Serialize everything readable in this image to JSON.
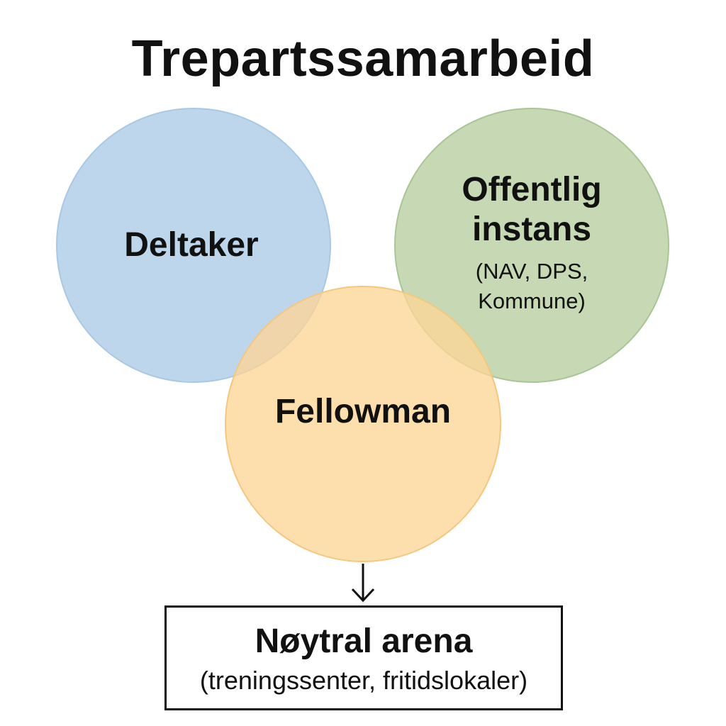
{
  "title": "Trepartssamarbeid",
  "circles": {
    "deltaker": {
      "label": "Deltaker",
      "color": "#b8d3ea"
    },
    "offentlig": {
      "label_line1": "Offentlig",
      "label_line2": "instans",
      "sub_line1": "(NAV, DPS,",
      "sub_line2": "Kommune)",
      "color": "#c2d6ae"
    },
    "fellowman": {
      "label": "Fellowman",
      "color": "#fcd596"
    }
  },
  "arena": {
    "title": "Nøytral arena",
    "subtitle": "(treningssenter, fritidslokaler)"
  }
}
